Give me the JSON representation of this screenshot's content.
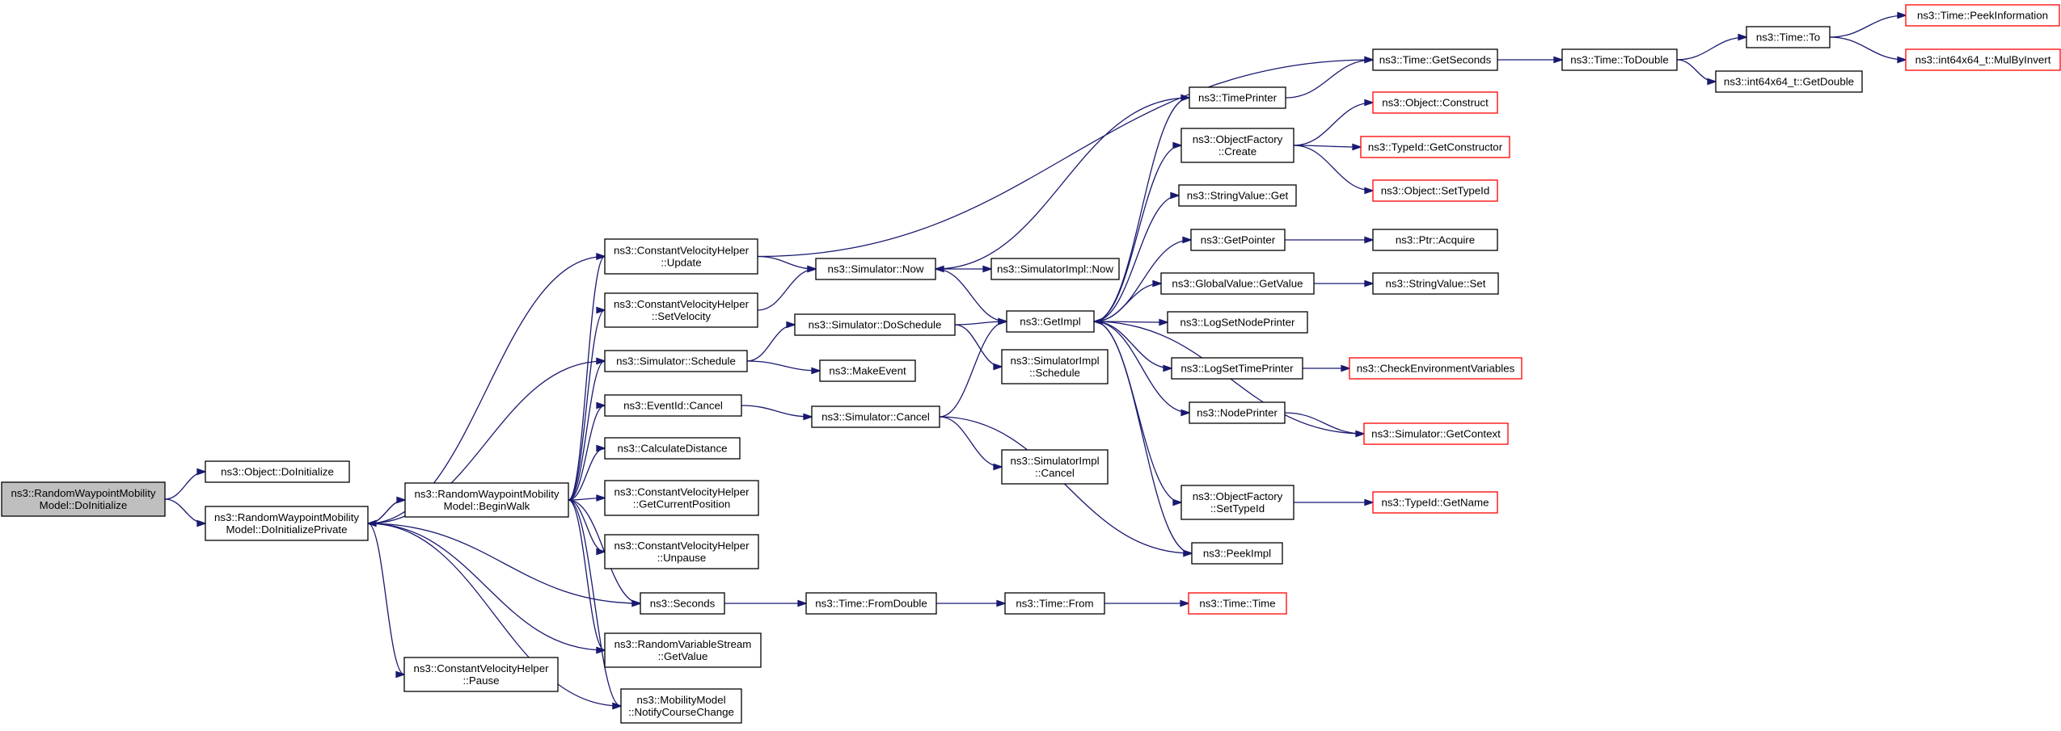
{
  "graph": {
    "nodes": [
      {
        "id": "root",
        "lines": [
          "ns3::RandomWaypointMobility",
          "Model::DoInitialize"
        ],
        "style": "root"
      },
      {
        "id": "objdoinit",
        "lines": [
          "ns3::Object::DoInitialize"
        ],
        "style": "normal"
      },
      {
        "id": "doinitpriv",
        "lines": [
          "ns3::RandomWaypointMobility",
          "Model::DoInitializePrivate"
        ],
        "style": "normal"
      },
      {
        "id": "beginwalk",
        "lines": [
          "ns3::RandomWaypointMobility",
          "Model::BeginWalk"
        ],
        "style": "normal"
      },
      {
        "id": "cvpause",
        "lines": [
          "ns3::ConstantVelocityHelper",
          "::Pause"
        ],
        "style": "normal"
      },
      {
        "id": "cvupdate",
        "lines": [
          "ns3::ConstantVelocityHelper",
          "::Update"
        ],
        "style": "normal"
      },
      {
        "id": "cvsetvel",
        "lines": [
          "ns3::ConstantVelocityHelper",
          "::SetVelocity"
        ],
        "style": "normal"
      },
      {
        "id": "simschedule",
        "lines": [
          "ns3::Simulator::Schedule"
        ],
        "style": "normal"
      },
      {
        "id": "evcancel",
        "lines": [
          "ns3::EventId::Cancel"
        ],
        "style": "normal"
      },
      {
        "id": "calcdist",
        "lines": [
          "ns3::CalculateDistance"
        ],
        "style": "normal"
      },
      {
        "id": "cvgetpos",
        "lines": [
          "ns3::ConstantVelocityHelper",
          "::GetCurrentPosition"
        ],
        "style": "normal"
      },
      {
        "id": "cvunpause",
        "lines": [
          "ns3::ConstantVelocityHelper",
          "::Unpause"
        ],
        "style": "normal"
      },
      {
        "id": "seconds",
        "lines": [
          "ns3::Seconds"
        ],
        "style": "normal"
      },
      {
        "id": "rvsgetval",
        "lines": [
          "ns3::RandomVariableStream",
          "::GetValue"
        ],
        "style": "normal"
      },
      {
        "id": "mmnotify",
        "lines": [
          "ns3::MobilityModel",
          "::NotifyCourseChange"
        ],
        "style": "normal"
      },
      {
        "id": "simnow",
        "lines": [
          "ns3::Simulator::Now"
        ],
        "style": "normal"
      },
      {
        "id": "simdosched",
        "lines": [
          "ns3::Simulator::DoSchedule"
        ],
        "style": "normal"
      },
      {
        "id": "makeevent",
        "lines": [
          "ns3::MakeEvent"
        ],
        "style": "normal"
      },
      {
        "id": "simcancel",
        "lines": [
          "ns3::Simulator::Cancel"
        ],
        "style": "normal"
      },
      {
        "id": "timefromdouble",
        "lines": [
          "ns3::Time::FromDouble"
        ],
        "style": "normal"
      },
      {
        "id": "simimplnow",
        "lines": [
          "ns3::SimulatorImpl::Now"
        ],
        "style": "normal"
      },
      {
        "id": "getimpl",
        "lines": [
          "ns3::GetImpl"
        ],
        "style": "normal"
      },
      {
        "id": "simimplsched",
        "lines": [
          "ns3::SimulatorImpl",
          "::Schedule"
        ],
        "style": "normal"
      },
      {
        "id": "simimplcancel",
        "lines": [
          "ns3::SimulatorImpl",
          "::Cancel"
        ],
        "style": "normal"
      },
      {
        "id": "timefrom",
        "lines": [
          "ns3::Time::From"
        ],
        "style": "normal"
      },
      {
        "id": "timeprinter",
        "lines": [
          "ns3::TimePrinter"
        ],
        "style": "normal"
      },
      {
        "id": "ofcreate",
        "lines": [
          "ns3::ObjectFactory",
          "::Create"
        ],
        "style": "normal"
      },
      {
        "id": "strvalget",
        "lines": [
          "ns3::StringValue::Get"
        ],
        "style": "normal"
      },
      {
        "id": "getpointer",
        "lines": [
          "ns3::GetPointer"
        ],
        "style": "normal"
      },
      {
        "id": "gvgetvalue",
        "lines": [
          "ns3::GlobalValue::GetValue"
        ],
        "style": "normal"
      },
      {
        "id": "logsetnode",
        "lines": [
          "ns3::LogSetNodePrinter"
        ],
        "style": "normal"
      },
      {
        "id": "logsettime",
        "lines": [
          "ns3::LogSetTimePrinter"
        ],
        "style": "normal"
      },
      {
        "id": "nodeprinter",
        "lines": [
          "ns3::NodePrinter"
        ],
        "style": "normal"
      },
      {
        "id": "ofsettypeid",
        "lines": [
          "ns3::ObjectFactory",
          "::SetTypeId"
        ],
        "style": "normal"
      },
      {
        "id": "peekimpl",
        "lines": [
          "ns3::PeekImpl"
        ],
        "style": "normal"
      },
      {
        "id": "timetime",
        "lines": [
          "ns3::Time::Time"
        ],
        "style": "red"
      },
      {
        "id": "timegetsec",
        "lines": [
          "ns3::Time::GetSeconds"
        ],
        "style": "normal"
      },
      {
        "id": "objconstruct",
        "lines": [
          "ns3::Object::Construct"
        ],
        "style": "red"
      },
      {
        "id": "typeidgetctor",
        "lines": [
          "ns3::TypeId::GetConstructor"
        ],
        "style": "red"
      },
      {
        "id": "objsettypeid",
        "lines": [
          "ns3::Object::SetTypeId"
        ],
        "style": "red"
      },
      {
        "id": "ptracquire",
        "lines": [
          "ns3::Ptr::Acquire"
        ],
        "style": "normal"
      },
      {
        "id": "strvalset",
        "lines": [
          "ns3::StringValue::Set"
        ],
        "style": "normal"
      },
      {
        "id": "checkenv",
        "lines": [
          "ns3::CheckEnvironmentVariables"
        ],
        "style": "red"
      },
      {
        "id": "simgetctx",
        "lines": [
          "ns3::Simulator::GetContext"
        ],
        "style": "red"
      },
      {
        "id": "typeidgetname",
        "lines": [
          "ns3::TypeId::GetName"
        ],
        "style": "red"
      },
      {
        "id": "timetodouble",
        "lines": [
          "ns3::Time::ToDouble"
        ],
        "style": "normal"
      },
      {
        "id": "timeto",
        "lines": [
          "ns3::Time::To"
        ],
        "style": "normal"
      },
      {
        "id": "int64getdouble",
        "lines": [
          "ns3::int64x64_t::GetDouble"
        ],
        "style": "normal"
      },
      {
        "id": "timepeekinfo",
        "lines": [
          "ns3::Time::PeekInformation"
        ],
        "style": "red"
      },
      {
        "id": "int64mulbyinvert",
        "lines": [
          "ns3::int64x64_t::MulByInvert"
        ],
        "style": "red"
      }
    ]
  }
}
